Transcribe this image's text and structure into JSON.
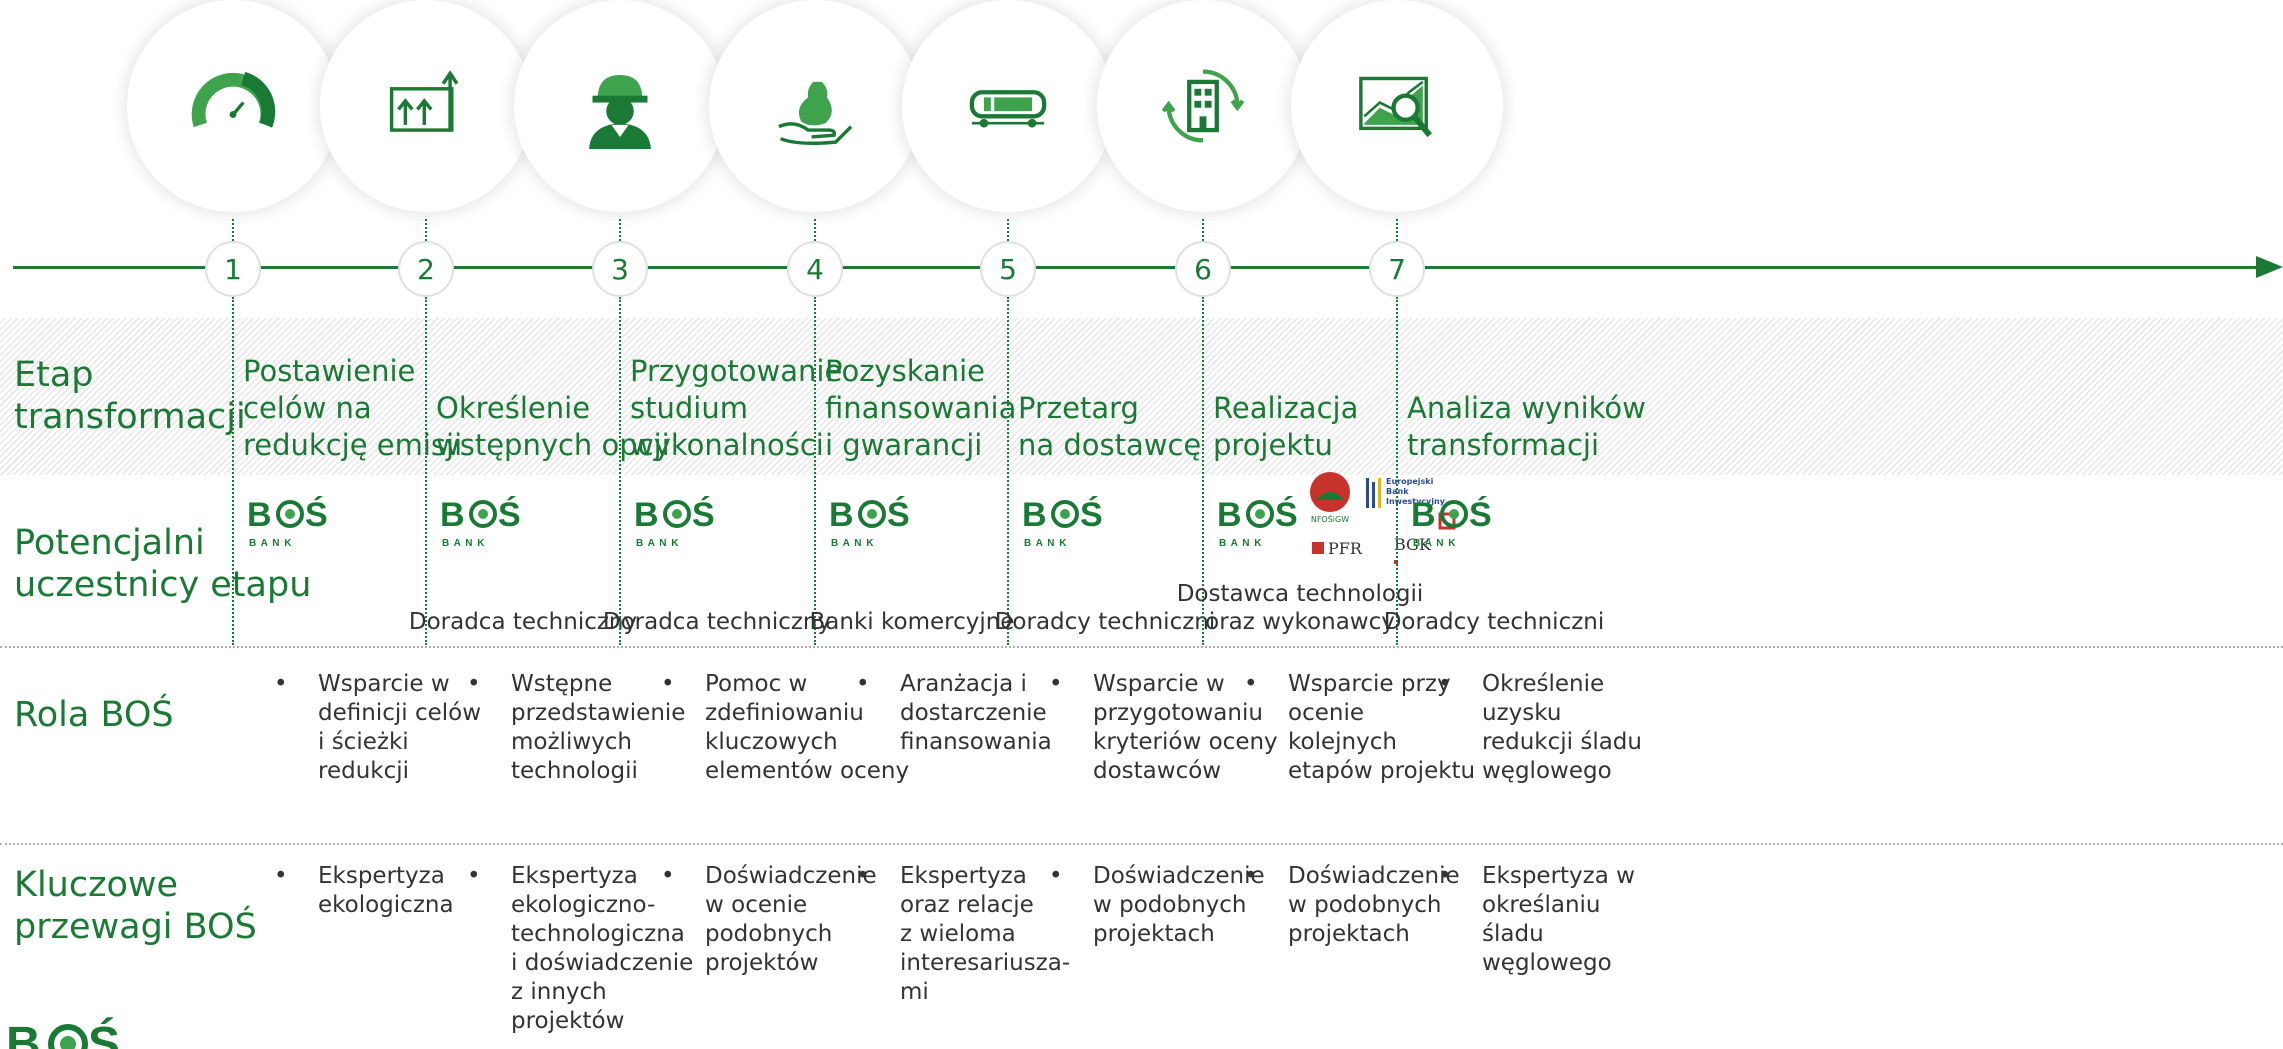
{
  "colors": {
    "brand_green": "#1a7a35",
    "light_green": "#3fa34d",
    "text_dark": "#333333"
  },
  "row_labels": {
    "stage": "Etap\ntransformacji",
    "participants": "Potencjalni\nuczestnicy etapu",
    "role": "Rola BOŚ",
    "advantages": "Kluczowe\nprzewagi BOŚ"
  },
  "bos_logo": {
    "mark": "BOŚ",
    "sub": "B A N K"
  },
  "institution_logos": {
    "nfosigw": "NFOŚiGW",
    "ebi": "Europejski\nBank\nInwestycyjny",
    "pfr": "PFR",
    "bgk": "BGK"
  },
  "steps": [
    {
      "number": "1",
      "icon": "speedometer-icon",
      "stage": "Postawienie\ncelów na\nredukcję emisji",
      "participant": "",
      "role": [
        "Wsparcie w\ndefinicji celów\ni ścieżki\nredukcji"
      ],
      "advantage": [
        "Ekspertyza\nekologiczna"
      ]
    },
    {
      "number": "2",
      "icon": "growth-arrows-icon",
      "stage": "Określenie\nwstępnych opcji",
      "participant": "Doradca techniczny",
      "role": [
        "Wstępne\nprzedstawienie\nmożliwych\ntechnologii"
      ],
      "advantage": [
        "Ekspertyza\nekologiczno-\ntechnologiczna\ni doświadczenie\nz innych\nprojektów"
      ]
    },
    {
      "number": "3",
      "icon": "engineer-icon",
      "stage": "Przygotowanie\nstudium\nwykonalności",
      "participant": "Doradca techniczny",
      "role": [
        "Pomoc w\nzdefiniowaniu\nkluczowych\nelementów oceny"
      ],
      "advantage": [
        "Doświadczenie\nw ocenie\npodobnych\nprojektów"
      ]
    },
    {
      "number": "4",
      "icon": "money-bag-hand-icon",
      "stage": "Pozyskanie\nfinansowania\ni gwarancji",
      "participant": "Banki komercyjne",
      "role": [
        "Aranżacja i\ndostarczenie\nfinansowania"
      ],
      "advantage": [
        "Ekspertyza\noraz relacje\nz wieloma\ninteresariusza-\nmi"
      ]
    },
    {
      "number": "5",
      "icon": "rail-car-icon",
      "stage": "Przetarg\nna dostawcę",
      "participant": "Doradcy techniczni",
      "role": [
        "Wsparcie w\nprzygotowaniu\nkryteriów oceny\ndostawców"
      ],
      "advantage": [
        "Doświadczenie\nw podobnych\nprojektach"
      ]
    },
    {
      "number": "6",
      "icon": "building-cycle-icon",
      "stage": "Realizacja\nprojektu",
      "participant": "Dostawca technologii\noraz wykonawcy",
      "role": [
        "Wsparcie przy\nocenie\nkolejnych\netapów projektu"
      ],
      "advantage": [
        "Doświadczenie\nw podobnych\nprojektach"
      ]
    },
    {
      "number": "7",
      "icon": "chart-magnifier-icon",
      "stage": "Analiza wyników\ntransformacji",
      "participant": "Doradcy techniczni",
      "role": [
        "Określenie\nuzysku\nredukcji śladu\nwęglowego"
      ],
      "advantage": [
        "Ekspertyza w\nokreślaniu\nśladu\nwęglowego"
      ]
    }
  ]
}
